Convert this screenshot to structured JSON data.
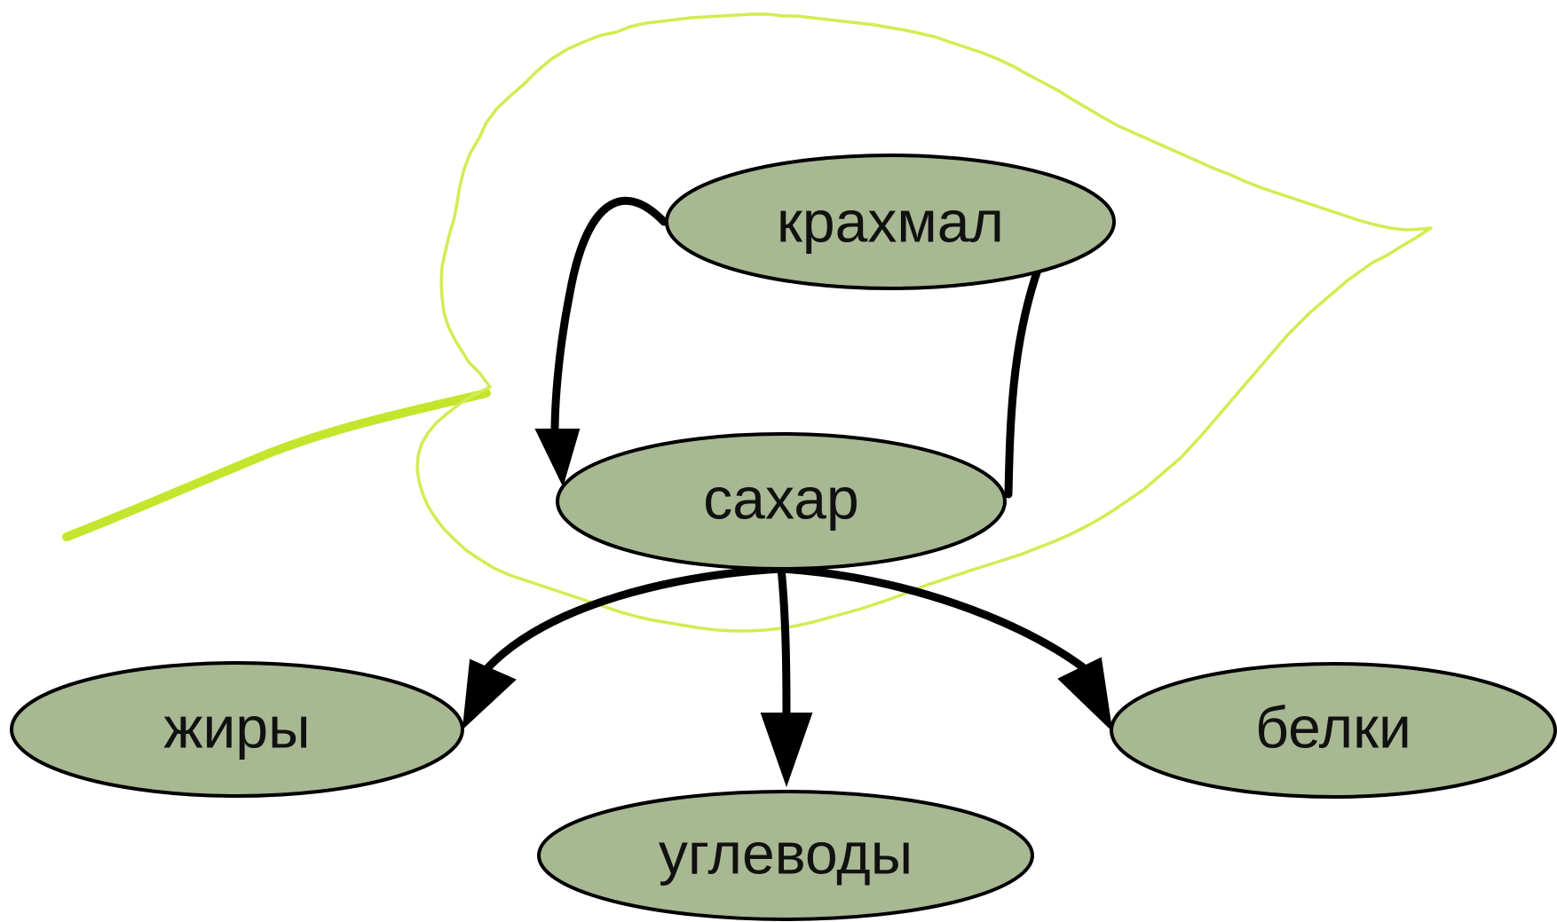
{
  "colors": {
    "node_fill": "#a8b893",
    "node_stroke": "#000000",
    "edge": "#000000",
    "leaf": "#d2ec52"
  },
  "decoration": {
    "background_icon": "linden-leaf-icon"
  },
  "nodes": {
    "starch": {
      "label": "крахмал"
    },
    "sugar": {
      "label": "сахар"
    },
    "fats": {
      "label": "жиры"
    },
    "carbs": {
      "label": "углеводы"
    },
    "proteins": {
      "label": "белки"
    }
  },
  "edges": [
    {
      "from": "starch",
      "to": "sugar"
    },
    {
      "from": "sugar",
      "to": "starch"
    },
    {
      "from": "sugar",
      "to": "fats"
    },
    {
      "from": "sugar",
      "to": "carbs"
    },
    {
      "from": "sugar",
      "to": "proteins"
    }
  ]
}
